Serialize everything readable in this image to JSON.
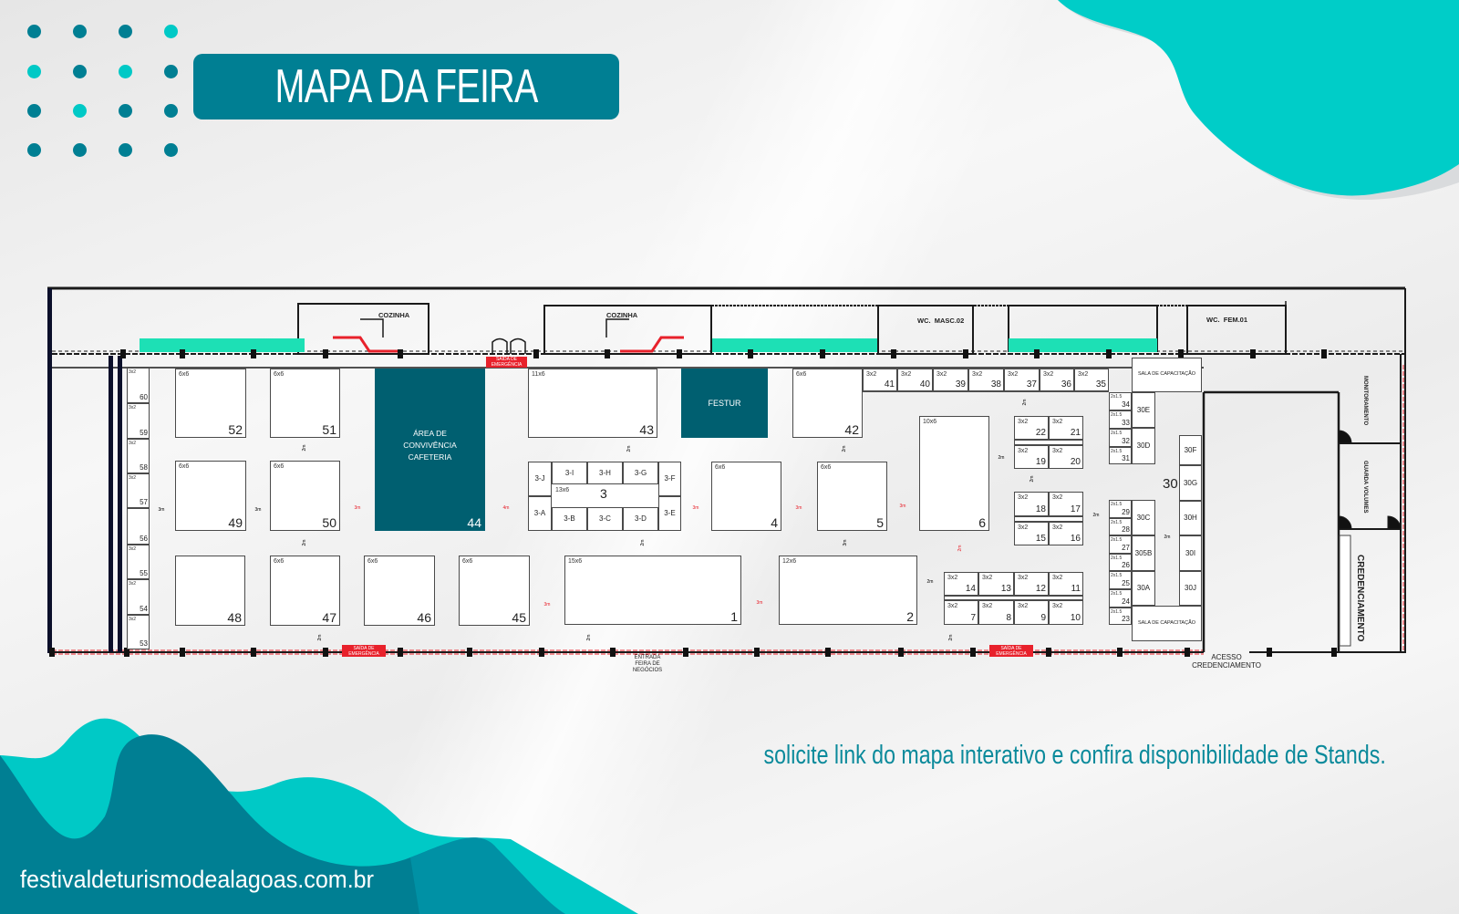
{
  "header": {
    "title": "MAPA DA FEIRA"
  },
  "footer": {
    "cta": "solicite link do mapa interativo e confira disponibilidade de Stands.",
    "website": "festivaldeturismodealagoas.com.br"
  },
  "colors": {
    "brand_dark": "#007f93",
    "brand_light": "#00c9c6",
    "stand_dark": "#005f70",
    "green_area": "#1de0b5",
    "emergency": "#e8212b"
  },
  "floor_plan": {
    "rooms": {
      "kitchen_1": "COZINHA",
      "kitchen_2": "COZINHA",
      "wc_male": "WC.  MASC.02",
      "wc_female": "WC.  FEM.01",
      "monitoring": "MONITORAMENTO",
      "luggage": "GUARDA VOLUMES",
      "accreditation": "CREDENCIAMENTO",
      "training_room_top": "SALA DE CAPACITAÇÃO",
      "training_room_bottom": "SALA DE CAPACITAÇÃO",
      "area_30": "30"
    },
    "exits": [
      "SAÍDA DE EMERGÊNCIA",
      "SAÍDA DE EMERGÊNCIA",
      "SAÍDA DE EMERGÊNCIA"
    ],
    "entrance": {
      "line1": "ENTRADA",
      "line2": "FEIRA DE NEGÓCIOS"
    },
    "access": {
      "line1": "ACESSO",
      "line2": "CREDENCIAMENTO"
    },
    "stands": [
      {
        "number": "60",
        "size": "3x2"
      },
      {
        "number": "59",
        "size": "3x2"
      },
      {
        "number": "58",
        "size": "3x2"
      },
      {
        "number": "57",
        "size": "3x2"
      },
      {
        "number": "56",
        "size": ""
      },
      {
        "number": "55",
        "size": "3x2"
      },
      {
        "number": "54",
        "size": "3x2"
      },
      {
        "number": "53",
        "size": "3x2"
      },
      {
        "number": "52",
        "size": "6x6"
      },
      {
        "number": "51",
        "size": "6x6"
      },
      {
        "number": "49",
        "size": "6x6"
      },
      {
        "number": "50",
        "size": "6x6"
      },
      {
        "number": "48",
        "size": ""
      },
      {
        "number": "47",
        "size": "6x6"
      },
      {
        "number": "46",
        "size": "6x6"
      },
      {
        "number": "45",
        "size": "6x6"
      },
      {
        "number": "43",
        "size": "11x6"
      },
      {
        "number": "42",
        "size": "6x6"
      },
      {
        "number": "41",
        "size": "3x2"
      },
      {
        "number": "40",
        "size": "3x2"
      },
      {
        "number": "39",
        "size": "3x2"
      },
      {
        "number": "38",
        "size": "3x2"
      },
      {
        "number": "37",
        "size": "3x2"
      },
      {
        "number": "36",
        "size": "3x2"
      },
      {
        "number": "35",
        "size": "3x2"
      },
      {
        "number": "4",
        "size": "6x6"
      },
      {
        "number": "5",
        "size": "6x6"
      },
      {
        "number": "6",
        "size": "10x6"
      },
      {
        "number": "1",
        "size": "15x6"
      },
      {
        "number": "2",
        "size": "12x6"
      },
      {
        "number": "22",
        "size": "3x2"
      },
      {
        "number": "21",
        "size": "3x2"
      },
      {
        "number": "19",
        "size": "3x2"
      },
      {
        "number": "20",
        "size": "3x2"
      },
      {
        "number": "18",
        "size": "3x2"
      },
      {
        "number": "17",
        "size": "3x2"
      },
      {
        "number": "15",
        "size": "3x2"
      },
      {
        "number": "16",
        "size": "3x2"
      },
      {
        "number": "14",
        "size": "3x2"
      },
      {
        "number": "13",
        "size": "3x2"
      },
      {
        "number": "12",
        "size": "3x2"
      },
      {
        "number": "11",
        "size": "3x2"
      },
      {
        "number": "7",
        "size": "3x2"
      },
      {
        "number": "8",
        "size": "3x2"
      },
      {
        "number": "9",
        "size": "3x2"
      },
      {
        "number": "10",
        "size": "3x2"
      },
      {
        "number": "34",
        "size": "2x1.5"
      },
      {
        "number": "33",
        "size": "2x1.5"
      },
      {
        "number": "32",
        "size": "2x1.5"
      },
      {
        "number": "31",
        "size": "2x1.5"
      },
      {
        "number": "29",
        "size": "2x1.5"
      },
      {
        "number": "28",
        "size": "2x1.5"
      },
      {
        "number": "27",
        "size": "2x1.5"
      },
      {
        "number": "26",
        "size": "2x1.5"
      },
      {
        "number": "25",
        "size": "2x1.5"
      },
      {
        "number": "24",
        "size": "2x1.5"
      },
      {
        "number": "23",
        "size": "2x1.5"
      }
    ],
    "sub_stands": [
      "3-J",
      "3-I",
      "3-H",
      "3-G",
      "3-F",
      "3-A",
      "3-B",
      "3-C",
      "3-D",
      "3-E",
      "30E",
      "30D",
      "30C",
      "305B",
      "30A",
      "30F",
      "30G",
      "30H",
      "30I",
      "30J"
    ],
    "cluster_3": {
      "number": "3",
      "size": "13x6"
    },
    "special": {
      "cafeteria": {
        "number": "44",
        "line1": "ÁREA DE",
        "line2": "CONVIVÊNCIA",
        "line3": "CAFETERIA"
      },
      "festur": {
        "label": "FESTUR"
      }
    },
    "distances": [
      "3m",
      "3m",
      "3m",
      "4m",
      "3m",
      "3m",
      "3m",
      "3m",
      "3m",
      "2m",
      "2m",
      "2m",
      "2m",
      "2m",
      "2m",
      "2m",
      "2m",
      "2m",
      "2m",
      "2m",
      "3m",
      "2m",
      "2m",
      "2m",
      "2m"
    ]
  }
}
